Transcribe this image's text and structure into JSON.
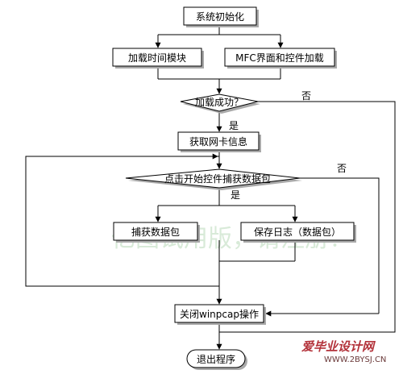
{
  "nodes": {
    "init": "系统初始化",
    "load_time": "加载时间模块",
    "load_mfc": "MFC界面和控件加载",
    "load_ok": "加载成功？",
    "get_nic": "获取网卡信息",
    "click_capture": "点击开始控件捕获数据包",
    "capture_packets": "捕获数据包",
    "save_log": "保存日志（数据包）",
    "close_winpcap": "关闭winpcap操作",
    "exit": "退出程序"
  },
  "edge_labels": {
    "load_ok_yes": "是",
    "load_ok_no": "否",
    "capture_yes": "是",
    "capture_no": "否"
  },
  "watermark": "亿图试用版，请注册！",
  "brand": {
    "name": "爱毕业设计网",
    "url": "WWW.2BYSJ.CN"
  }
}
